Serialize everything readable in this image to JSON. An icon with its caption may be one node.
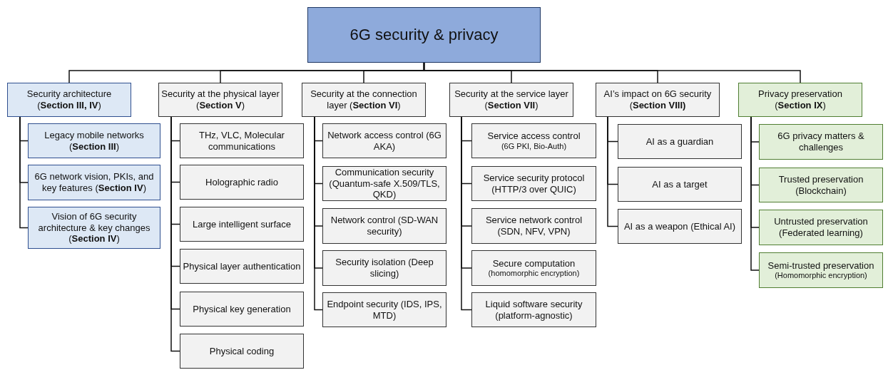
{
  "diagram": {
    "nodes": [
      {
        "text": [
          "6G security & privacy"
        ]
      },
      {
        "text": [
          "Security architecture (**Section III, IV**)"
        ]
      },
      {
        "text": [
          "Legacy mobile networks (**Section III**)"
        ]
      },
      {
        "text": [
          "6G network vision, PKIs, and key features (**Section IV**)"
        ]
      },
      {
        "text": [
          "Vision of 6G security architecture & key changes (**Section IV**)"
        ]
      },
      {
        "text": [
          "Security at the physical layer (**Section V**)"
        ]
      },
      {
        "text": [
          "THz, VLC, Molecular communications"
        ]
      },
      {
        "text": [
          "Holographic radio"
        ]
      },
      {
        "text": [
          "Large intelligent surface"
        ]
      },
      {
        "text": [
          "Physical layer authentication"
        ]
      },
      {
        "text": [
          "Physical key generation"
        ]
      },
      {
        "text": [
          "Physical coding"
        ]
      },
      {
        "text": [
          "Security at the connection layer (**Section VI**)"
        ]
      },
      {
        "text": [
          "Network access control (6G AKA)"
        ]
      },
      {
        "text": [
          "Communication security (Quantum-safe X.509/TLS, QKD)"
        ]
      },
      {
        "text": [
          "Network control (SD-WAN security)"
        ]
      },
      {
        "text": [
          "Security isolation (Deep slicing)"
        ]
      },
      {
        "text": [
          "Endpoint security (IDS, IPS, MTD)"
        ]
      },
      {
        "text": [
          "Security at the  service layer (**Section VII**)"
        ]
      },
      {
        "text": [
          "Service access control",
          "(6G PKI, Bio-Auth)"
        ]
      },
      {
        "text": [
          "Service security protocol (HTTP/3 over QUIC)"
        ]
      },
      {
        "text": [
          "Service network control (SDN, NFV, VPN)"
        ]
      },
      {
        "text": [
          "Secure computation",
          "(homomorphic encryption)"
        ]
      },
      {
        "text": [
          "Liquid software security (platform-agnostic)"
        ]
      },
      {
        "text": [
          "AI’s impact on 6G security (**Section VIII)**"
        ]
      },
      {
        "text": [
          "AI as a guardian"
        ]
      },
      {
        "text": [
          "AI as a target"
        ]
      },
      {
        "text": [
          "AI as a weapon (Ethical AI)"
        ]
      },
      {
        "text": [
          "Privacy preservation (**Section IX**)"
        ]
      },
      {
        "text": [
          "6G privacy matters & challenges"
        ]
      },
      {
        "text": [
          "Trusted preservation (Blockchain)"
        ]
      },
      {
        "text": [
          "Untrusted preservation (Federated learning)"
        ]
      },
      {
        "text": [
          "Semi-trusted preservation",
          "(Homomorphic encryption)"
        ]
      }
    ],
    "edges": [
      {
        "from": 0,
        "to": 1,
        "arrow": "none"
      },
      {
        "from": 0,
        "to": 5,
        "arrow": "none"
      },
      {
        "from": 0,
        "to": 12,
        "arrow": "none"
      },
      {
        "from": 0,
        "to": 18,
        "arrow": "none"
      },
      {
        "from": 0,
        "to": 24,
        "arrow": "none"
      },
      {
        "from": 0,
        "to": 28,
        "arrow": "none"
      },
      {
        "from": 1,
        "to": 2,
        "arrow": "none"
      },
      {
        "from": 1,
        "to": 3,
        "arrow": "none"
      },
      {
        "from": 1,
        "to": 4,
        "arrow": "none"
      },
      {
        "from": 5,
        "to": 6,
        "arrow": "none"
      },
      {
        "from": 5,
        "to": 7,
        "arrow": "none"
      },
      {
        "from": 5,
        "to": 8,
        "arrow": "none"
      },
      {
        "from": 5,
        "to": 9,
        "arrow": "none"
      },
      {
        "from": 5,
        "to": 10,
        "arrow": "none"
      },
      {
        "from": 5,
        "to": 11,
        "arrow": "none"
      },
      {
        "from": 12,
        "to": 13,
        "arrow": "none"
      },
      {
        "from": 12,
        "to": 14,
        "arrow": "none"
      },
      {
        "from": 12,
        "to": 15,
        "arrow": "none"
      },
      {
        "from": 12,
        "to": 16,
        "arrow": "none"
      },
      {
        "from": 12,
        "to": 17,
        "arrow": "none"
      },
      {
        "from": 18,
        "to": 19,
        "arrow": "none"
      },
      {
        "from": 18,
        "to": 20,
        "arrow": "none"
      },
      {
        "from": 18,
        "to": 21,
        "arrow": "none"
      },
      {
        "from": 18,
        "to": 22,
        "arrow": "none"
      },
      {
        "from": 18,
        "to": 23,
        "arrow": "none"
      },
      {
        "from": 24,
        "to": 25,
        "arrow": "none"
      },
      {
        "from": 24,
        "to": 26,
        "arrow": "none"
      },
      {
        "from": 24,
        "to": 27,
        "arrow": "none"
      },
      {
        "from": 28,
        "to": 29,
        "arrow": "none"
      },
      {
        "from": 28,
        "to": 30,
        "arrow": "none"
      },
      {
        "from": 28,
        "to": 31,
        "arrow": "none"
      },
      {
        "from": 28,
        "to": 32,
        "arrow": "none"
      }
    ]
  }
}
